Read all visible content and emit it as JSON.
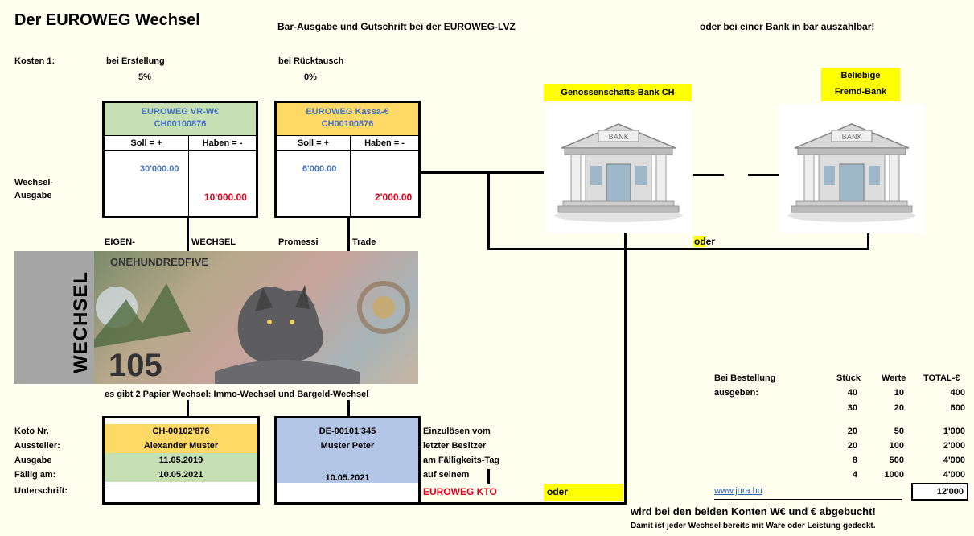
{
  "title": "Der EUROWEG Wechsel",
  "subtitle": "Bar-Ausgabe und Gutschrift bei der EUROWEG-LVZ",
  "subtitle_right": "oder bei einer Bank in bar auszahlbar!",
  "costs": {
    "label": "Kosten 1:",
    "creation_label": "bei Erstellung",
    "creation_value": "5%",
    "exchange_label": "bei Rücktausch",
    "exchange_value": "0%"
  },
  "accounts": [
    {
      "name": "EUROWEG  VR-W€",
      "number": "CH00100876",
      "soll_label": "Soll = +",
      "haben_label": "Haben = -",
      "soll_value": "30'000.00",
      "haben_value": "10'000.00",
      "color": "#c6e0b4"
    },
    {
      "name": "EUROWEG  Kassa-€",
      "number": "CH00100876",
      "soll_label": "Soll = +",
      "haben_label": "Haben = -",
      "soll_value": "6'000.00",
      "haben_value": "2'000.00",
      "color": "#ffd966"
    }
  ],
  "wechsel_ausgabe": "Wechsel-\nAusgabe",
  "wechsel_ausgabe_1": "Wechsel-",
  "wechsel_ausgabe_2": "Ausgabe",
  "banks": {
    "bank1": "Genossenschafts-Bank CH",
    "bank2_line1": "Beliebige",
    "bank2_line2": "Fremd-Bank",
    "sign": "BANK",
    "oder": "oder"
  },
  "labels_row": {
    "eigen": "EIGEN-",
    "wechsel": "WECHSEL",
    "promessi": "Promessi",
    "trade": "Trade"
  },
  "banknote": {
    "vertical_text": "WECHSEL",
    "top_text": "ONEHUNDREDFIVE",
    "value": "105"
  },
  "paper_note": "es gibt 2 Papier Wechsel: Immo-Wechsel und Bargeld-Wechsel",
  "form": {
    "labels": [
      "Koto Nr.",
      "Aussteller:",
      "Ausgabe",
      "Fällig am:",
      "Unterschrift:"
    ],
    "left": {
      "kto": "CH-00102'876",
      "name": "Alexander Muster",
      "issue": "11.05.2019",
      "due": "10.05.2021"
    },
    "right": {
      "kto": "DE-00101'345",
      "name": "Muster Peter",
      "due": "10.05.2021"
    },
    "note_lines": [
      "Einzulösen vom",
      "letzter Besitzer",
      "am Fälligkeits-Tag",
      "auf seinem"
    ],
    "kto_label": "EUROWEG KTO",
    "oder": "oder"
  },
  "order_table": {
    "label1": "Bei Bestellung",
    "label2": "ausgeben:",
    "headers": [
      "Stück",
      "Werte",
      "TOTAL-€"
    ],
    "rows": [
      [
        "40",
        "10",
        "400"
      ],
      [
        "30",
        "20",
        "600"
      ],
      [
        "20",
        "50",
        "1'000"
      ],
      [
        "20",
        "100",
        "2'000"
      ],
      [
        "8",
        "500",
        "4'000"
      ],
      [
        "4",
        "1000",
        "4'000"
      ]
    ],
    "total": "12'000"
  },
  "link": "www.jura.hu",
  "footer1": "wird bei den beiden Konten W€ und € abgebucht!",
  "footer2": "Damit ist jeder Wechsel bereits mit Ware oder Leistung gedeckt."
}
